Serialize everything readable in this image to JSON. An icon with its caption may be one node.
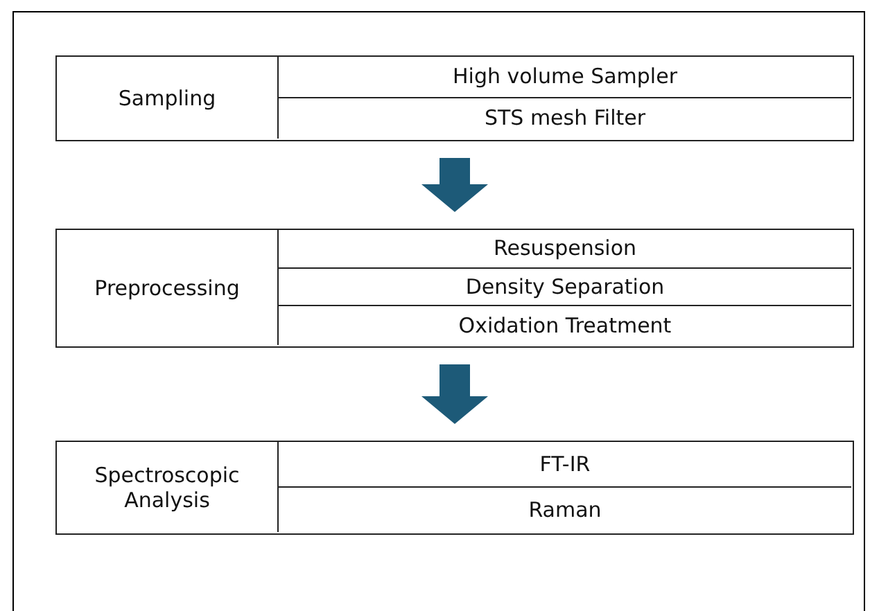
{
  "diagram": {
    "nodes": [
      {
        "text": [],
        "shape": "box"
      },
      {
        "text": [
          "Sampling"
        ],
        "in": 0
      },
      {
        "text": [
          "High volume Sampler"
        ],
        "in": 0
      },
      {
        "text": [
          "STS mesh Filter"
        ],
        "in": 0
      },
      {
        "text": [],
        "shape": "box"
      },
      {
        "text": [
          "Preprocessing"
        ],
        "in": 4
      },
      {
        "text": [
          "Resuspension"
        ],
        "in": 4
      },
      {
        "text": [
          "Density Separation"
        ],
        "in": 4
      },
      {
        "text": [
          "Oxidation Treatment"
        ],
        "in": 4
      },
      {
        "text": [],
        "shape": "box"
      },
      {
        "text": [
          "Spectroscopic Analysis"
        ],
        "in": 9
      },
      {
        "text": [
          "FT-IR"
        ],
        "in": 9
      },
      {
        "text": [
          "Raman"
        ],
        "in": 9
      }
    ],
    "edges": [
      {
        "from": 0,
        "to": 4,
        "arrow": "to",
        "color": "#1d5a78"
      },
      {
        "from": 4,
        "to": 9,
        "arrow": "to",
        "color": "#1d5a78"
      }
    ]
  }
}
